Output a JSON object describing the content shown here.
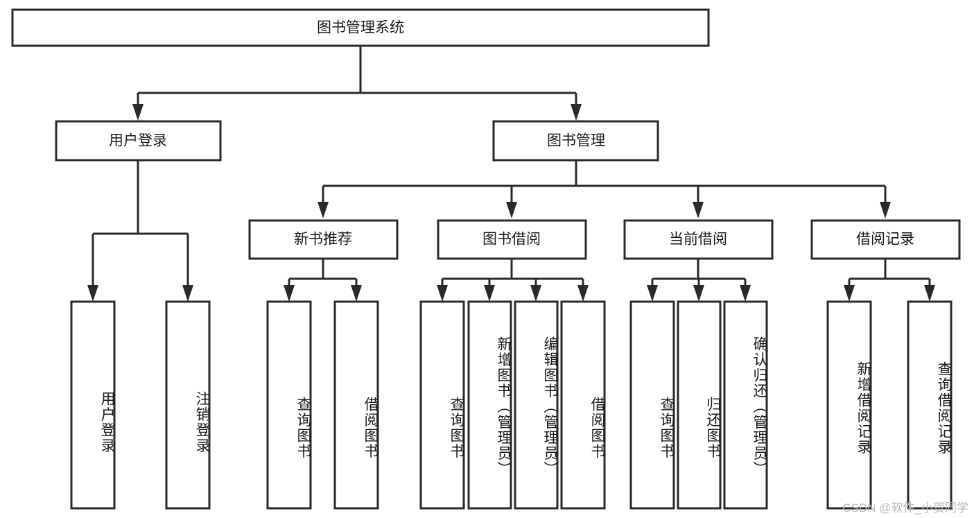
{
  "diagram": {
    "type": "tree",
    "title": "图书管理系统",
    "watermark": "CSDN @软件_小贺同学",
    "levels": {
      "root": {
        "label": "图书管理系统"
      },
      "level1": [
        {
          "id": "user-login",
          "label": "用户登录"
        },
        {
          "id": "book-manage",
          "label": "图书管理"
        }
      ],
      "level2": [
        {
          "id": "new-book-recommend",
          "label": "新书推荐",
          "parent": "book-manage"
        },
        {
          "id": "book-borrow",
          "label": "图书借阅",
          "parent": "book-manage"
        },
        {
          "id": "current-borrow",
          "label": "当前借阅",
          "parent": "book-manage"
        },
        {
          "id": "borrow-record",
          "label": "借阅记录",
          "parent": "book-manage"
        }
      ],
      "leaves": {
        "user-login": [
          {
            "id": "leaf-user-login",
            "label": "用户登录"
          },
          {
            "id": "leaf-logout",
            "label": "注销登录"
          }
        ],
        "new-book-recommend": [
          {
            "id": "leaf-query-book-1",
            "label": "查询图书"
          },
          {
            "id": "leaf-borrow-book-1",
            "label": "借阅图书"
          }
        ],
        "book-borrow": [
          {
            "id": "leaf-query-book-2",
            "label": "查询图书"
          },
          {
            "id": "leaf-add-book",
            "label": "新增图书（管理员）"
          },
          {
            "id": "leaf-edit-book",
            "label": "编辑图书（管理员）"
          },
          {
            "id": "leaf-borrow-book-2",
            "label": "借阅图书"
          }
        ],
        "current-borrow": [
          {
            "id": "leaf-query-book-3",
            "label": "查询图书"
          },
          {
            "id": "leaf-return-book",
            "label": "归还图书"
          },
          {
            "id": "leaf-confirm-return",
            "label": "确认归还（管理员）"
          }
        ],
        "borrow-record": [
          {
            "id": "leaf-add-record",
            "label": "新增借阅记录"
          },
          {
            "id": "leaf-query-record",
            "label": "查询借阅记录"
          }
        ]
      }
    },
    "colors": {
      "stroke": "#2a2a2a",
      "fill": "#ffffff",
      "text": "#1a1a1a",
      "watermark": "#b9b9b9"
    }
  }
}
